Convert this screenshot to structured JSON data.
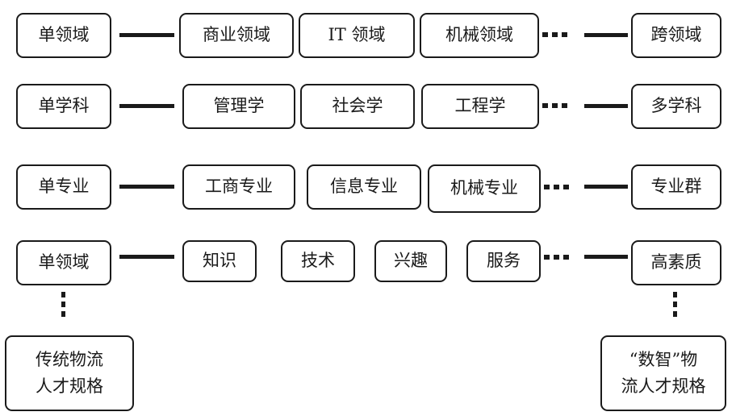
{
  "rows": [
    {
      "start": "单领域",
      "items": [
        "商业领域",
        "IT 领域",
        "机械领域"
      ],
      "end": "跨领域"
    },
    {
      "start": "单学科",
      "items": [
        "管理学",
        "社会学",
        "工程学"
      ],
      "end": "多学科"
    },
    {
      "start": "单专业",
      "items": [
        "工商专业",
        "信息专业",
        "机械专业"
      ],
      "end": "专业群"
    },
    {
      "start": "单领域",
      "items": [
        "知识",
        "技术",
        "兴趣",
        "服务"
      ],
      "end": "高素质"
    }
  ],
  "outcomes": {
    "left": "传统物流\n人才规格",
    "right": "“数智”物\n流人才规格"
  }
}
